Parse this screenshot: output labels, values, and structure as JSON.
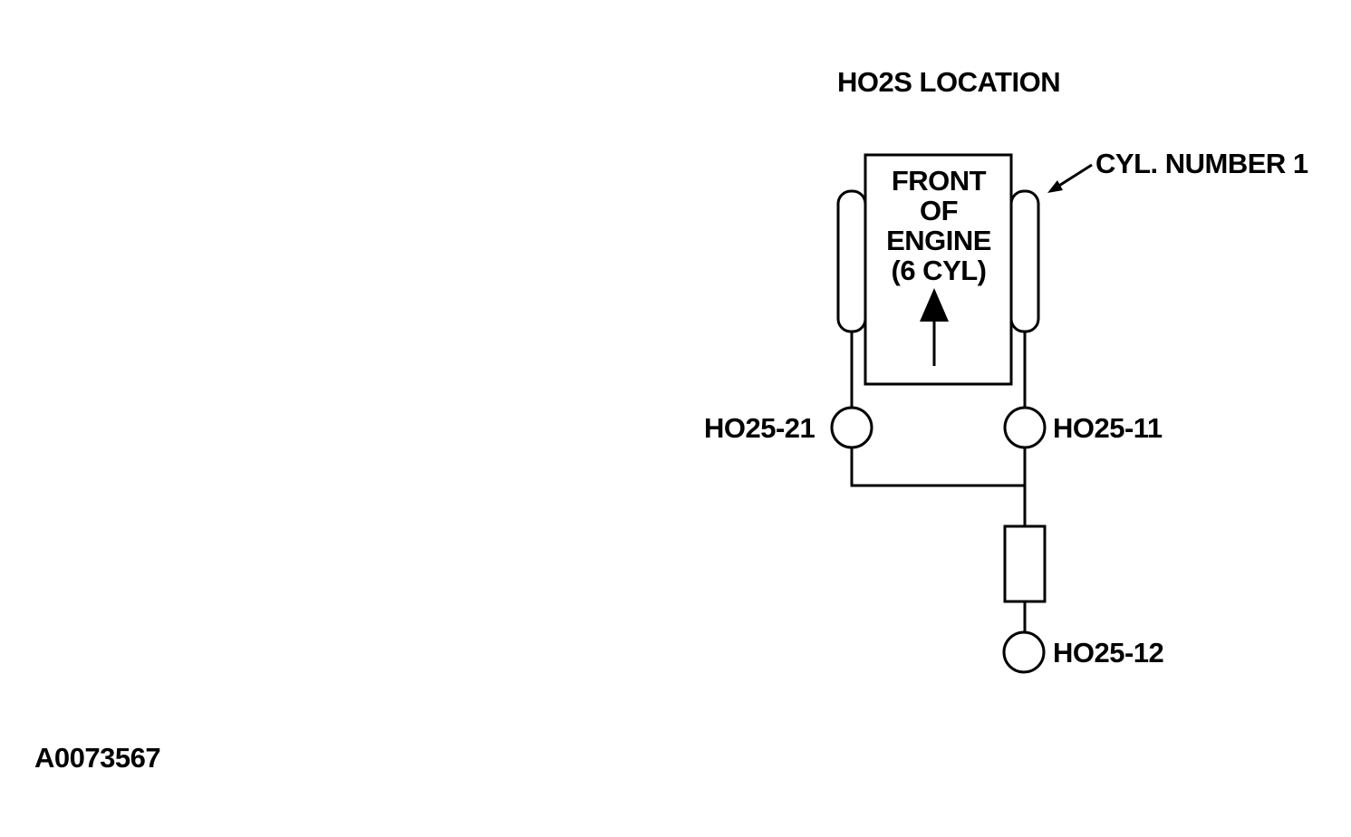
{
  "title": "HO2S LOCATION",
  "engine": {
    "lines": [
      "FRONT",
      "OF",
      "ENGINE",
      "(6 CYL)"
    ]
  },
  "callout": "CYL. NUMBER 1",
  "sensors": {
    "bank2_upstream": "HO25-21",
    "bank1_upstream": "HO25-11",
    "bank1_downstream": "HO25-12"
  },
  "figure_id": "A0073567"
}
